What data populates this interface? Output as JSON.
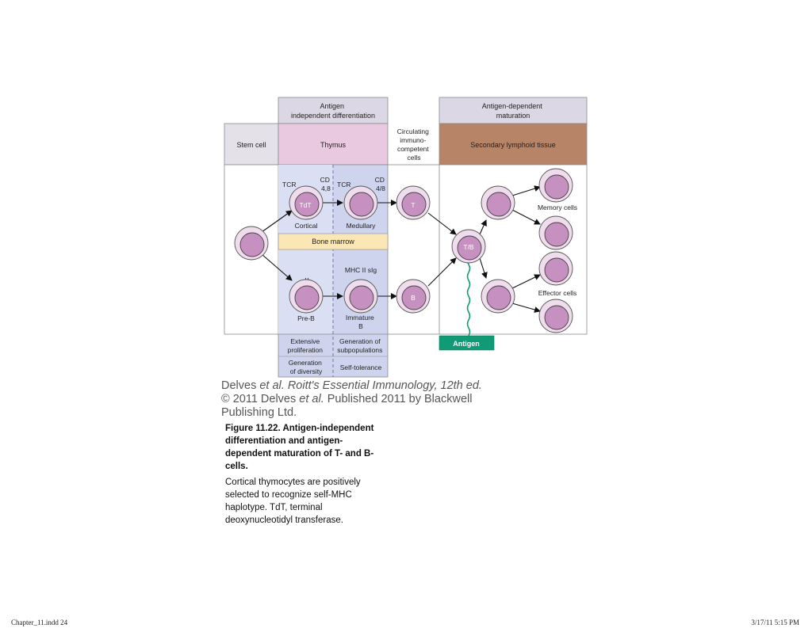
{
  "diagram": {
    "headers": {
      "antigen_independent": [
        "Antigen",
        "independent differentiation"
      ],
      "antigen_dependent": [
        "Antigen-dependent",
        "maturation"
      ],
      "stem_cell": "Stem cell",
      "thymus": "Thymus",
      "circulating": [
        "Circulating",
        "immuno-",
        "competent",
        "cells"
      ],
      "secondary": "Secondary lymphoid tissue"
    },
    "labels": {
      "tcr_cortical": "TCR",
      "cd_cortical": [
        "CD",
        "4,8"
      ],
      "tcr_medullary": "TCR",
      "cd_medullary": [
        "CD",
        "4/8"
      ],
      "tdt": "TdT",
      "cortical": "Cortical",
      "medullary": "Medullary",
      "bone_marrow": "Bone marrow",
      "mu": "μ",
      "mhc_sig": "MHC II sIg",
      "pre_b": "Pre-B",
      "immature_b": [
        "Immature",
        "B"
      ],
      "t_cell": "T",
      "b_cell": "B",
      "tb_cell": "T/B",
      "memory_cells": "Memory cells",
      "effector_cells": "Effector cells",
      "antigen": "Antigen",
      "extensive_prolif": [
        "Extensive",
        "proliferation"
      ],
      "gen_diversity": [
        "Generation",
        "of diversity"
      ],
      "gen_subpop": [
        "Generation of",
        "subpopulations"
      ],
      "self_tolerance": "Self-tolerance"
    },
    "colors": {
      "header_gray": "#dcd7e4",
      "thymus_pink": "#e9c9df",
      "stem_gray": "#e4e1e9",
      "secondary_brown": "#b88468",
      "lavender": "#cfd4ee",
      "bone_marrow": "#fbe7b5",
      "antigen_green": "#109a76",
      "cell_outer": "#efdcec",
      "cell_nucleus": "#c690c0"
    }
  },
  "credit": {
    "line1_a": "Delves ",
    "line1_b": "et al.",
    "line1_c": " Roitt's Essential Immunology, 12th ed.",
    "line2_a": "© 2011 Delves ",
    "line2_b": "et al.",
    "line2_c": " Published 2011 by Blackwell",
    "line3": "Publishing Ltd."
  },
  "figure": {
    "title": "Figure 11.22. Antigen-independent differentiation and antigen-dependent maturation of T- and B-cells.",
    "caption": "Cortical thymocytes are positively selected to recognize self-MHC haplotype. TdT, terminal deoxynucleotidyl transferase."
  },
  "footer": {
    "left": "Chapter_11.indd 24",
    "right": "3/17/11 5:15 PM"
  }
}
